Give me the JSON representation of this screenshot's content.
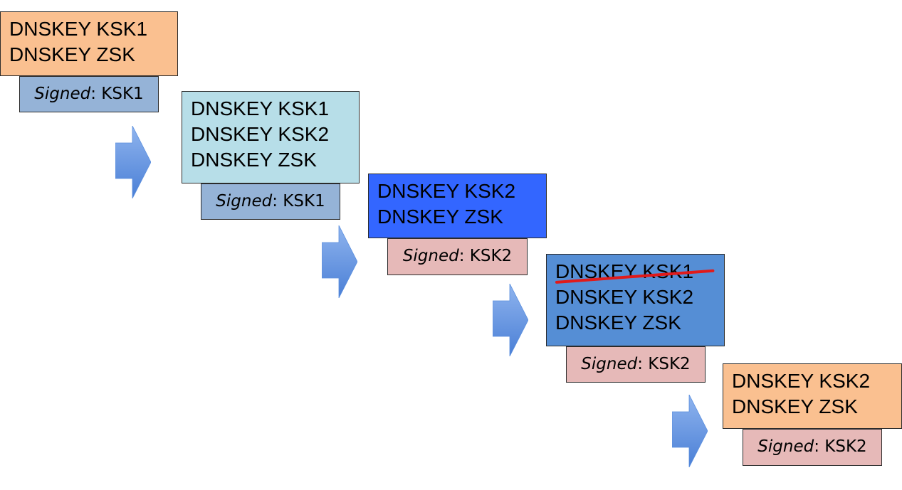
{
  "colors": {
    "orange_box": "#FAC090",
    "light_blue_box": "#B7DEE8",
    "bright_blue_box": "#3366FF",
    "medium_blue_box": "#558ED5",
    "signed_blue": "#95B3D7",
    "signed_pink": "#E6B9B8",
    "arrow_blue": "#5B8FDE",
    "strike_red": "#E11A1A"
  },
  "steps": [
    {
      "keys": [
        "DNSKEY KSK1",
        "DNSKEY ZSK"
      ],
      "signed_label": "Signed",
      "signed_value": ": KSK1"
    },
    {
      "keys": [
        "DNSKEY KSK1",
        "DNSKEY KSK2",
        "DNSKEY ZSK"
      ],
      "signed_label": "Signed",
      "signed_value": ": KSK1"
    },
    {
      "keys": [
        "DNSKEY KSK2",
        "DNSKEY ZSK"
      ],
      "signed_label": "Signed",
      "signed_value": ": KSK2"
    },
    {
      "keys": [
        "DNSKEY KSK1",
        "DNSKEY KSK2",
        "DNSKEY ZSK"
      ],
      "struck_key": "DNSKEY KSK1",
      "signed_label": "Signed",
      "signed_value": ": KSK2"
    },
    {
      "keys": [
        "DNSKEY KSK2",
        "DNSKEY ZSK"
      ],
      "signed_label": "Signed",
      "signed_value": ": KSK2"
    }
  ],
  "arrows": [
    {
      "icon": "right-arrow-icon",
      "from_step": 1,
      "to_step": 2
    },
    {
      "icon": "right-arrow-icon",
      "from_step": 2,
      "to_step": 3
    },
    {
      "icon": "right-arrow-icon",
      "from_step": 3,
      "to_step": 4
    },
    {
      "icon": "right-arrow-icon",
      "from_step": 4,
      "to_step": 5
    }
  ]
}
